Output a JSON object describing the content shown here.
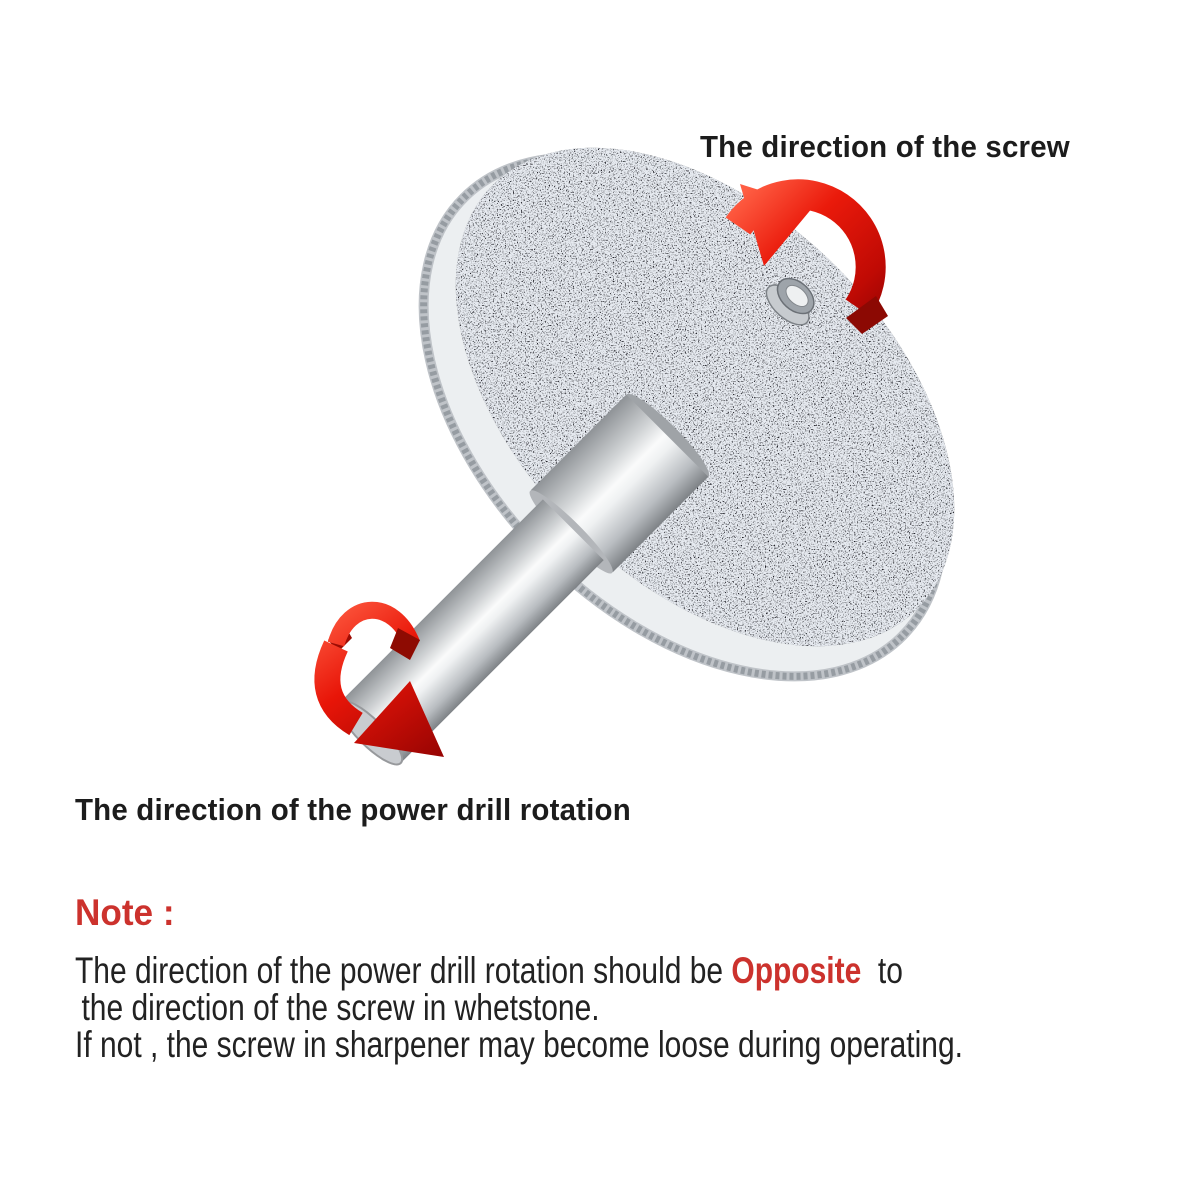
{
  "annotations": {
    "screw_heading": "The direction of the screw",
    "drill_heading": "The direction of the power drill rotation"
  },
  "note": {
    "label": "Note :",
    "line1_pre": "The direction of the power drill rotation should be ",
    "line1_em": "Opposite",
    "line1_post": "  to",
    "line2": "the direction of the screw in whetstone.",
    "line3": "If not , the screw in sharpener may become loose during operating."
  },
  "colors": {
    "background": "#ffffff",
    "text_black": "#1c1c1c",
    "accent_red": "#cc322d",
    "arrow_red": "#e31a0c",
    "arrow_red_dark": "#8f0202",
    "stone_gray": "#49515d",
    "metal_silver": "#c9ccd0"
  },
  "figure": {
    "parts": [
      "whetstone-grinding-wheel",
      "metal-backing-disc",
      "mounting-screw",
      "drill-shaft",
      "screw-direction-arrow",
      "drill-rotation-arrow"
    ]
  }
}
